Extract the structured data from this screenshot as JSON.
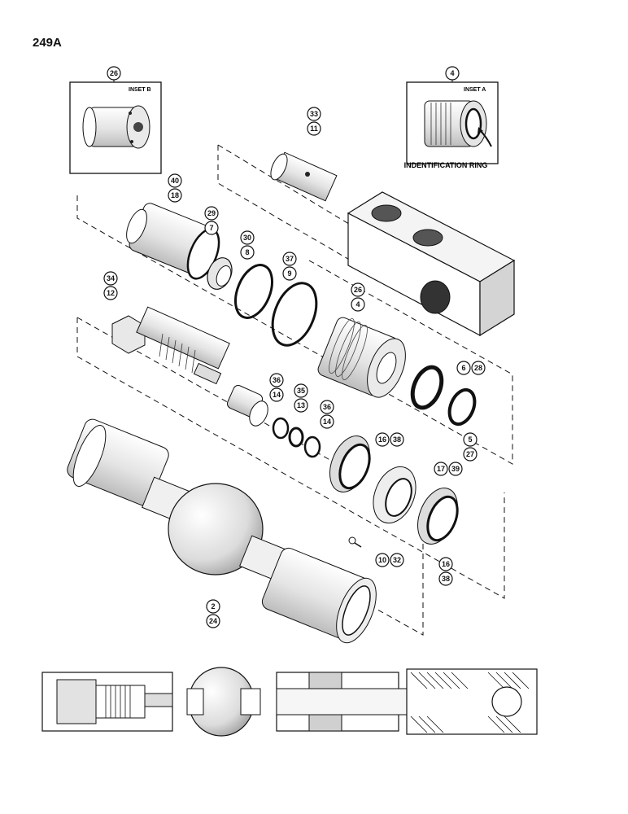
{
  "page": {
    "title": "249A"
  },
  "insets": {
    "b": {
      "label": "INSET B",
      "callout": "26"
    },
    "a": {
      "label": "INSET A",
      "callout": "4",
      "note": "INDENTIFICATION RING"
    }
  },
  "callouts": [
    [
      "33",
      "11"
    ],
    [
      "40",
      "18"
    ],
    [
      "29",
      "7"
    ],
    [
      "30",
      "8"
    ],
    [
      "37",
      "9"
    ],
    [
      "34",
      "12"
    ],
    [
      "26",
      "4"
    ],
    [
      "6",
      "28"
    ],
    [
      "5",
      "27"
    ],
    [
      "36",
      "14"
    ],
    [
      "35",
      "13"
    ],
    [
      "36",
      "14"
    ],
    [
      "16",
      "38"
    ],
    [
      "17",
      "39"
    ],
    [
      "16",
      "38"
    ],
    [
      "10",
      "32"
    ],
    [
      "2",
      "24"
    ]
  ],
  "colors": {
    "ink": "#111111",
    "paper": "#ffffff",
    "shade": "#d9d9d9"
  }
}
